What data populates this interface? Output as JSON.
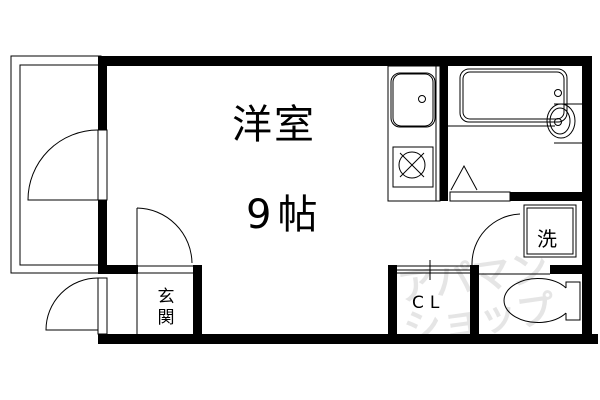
{
  "floor_plan": {
    "rooms": {
      "western_room": {
        "name": "洋室",
        "size": "9帖"
      },
      "entrance": {
        "name": "玄関"
      },
      "closet": {
        "name": "CL"
      },
      "washer": {
        "name": "洗"
      }
    },
    "fixtures": [
      "kitchen-sink",
      "gas-stove",
      "bathtub",
      "wash-basin",
      "toilet",
      "washing-machine-space"
    ],
    "watermark": "アパマンショップ",
    "colors": {
      "wall": "#000000",
      "background": "#ffffff",
      "watermark": "#e6e6e6"
    }
  }
}
